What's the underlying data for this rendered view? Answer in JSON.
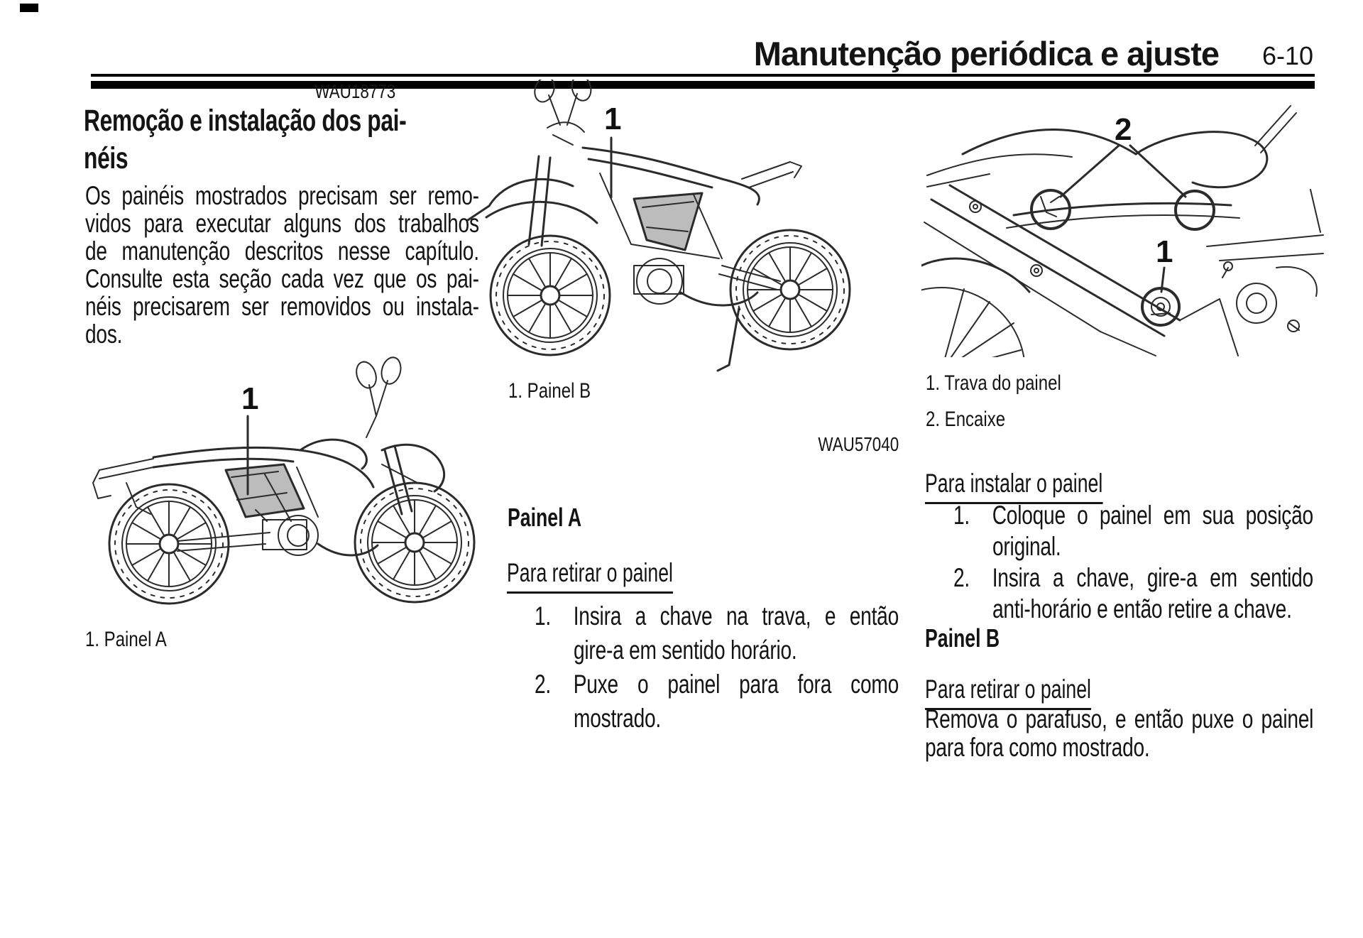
{
  "page": {
    "background": "#ffffff",
    "ink": "#141414",
    "rule_color": "#000000",
    "panel_gray": "#bcbcbc"
  },
  "header": {
    "title": "Manutenção periódica e ajuste",
    "page_number": "6-10"
  },
  "left": {
    "code": "WAU18773",
    "heading_lines": [
      "Remoção e instalação dos pai-",
      "néis"
    ],
    "paragraph_lines": [
      "Os painéis mostrados precisam ser remo-",
      "vidos para executar alguns dos trabalhos",
      "de manutenção descritos nesse capítulo.",
      "Consulte esta seção cada vez que os pai-",
      "néis precisarem ser removidos ou instala-",
      "dos."
    ],
    "figure_label": "1",
    "caption": "1. Painel A"
  },
  "middle": {
    "figure_label": "1",
    "caption": "1. Painel B",
    "code": "WAU57040",
    "subheading": "Painel A",
    "procedure_title": "Para retirar o painel",
    "steps": [
      {
        "num": "1.",
        "lines": [
          "Insira a chave na trava, e então",
          "gire-a em sentido horário."
        ]
      },
      {
        "num": "2.",
        "lines": [
          "Puxe o painel para fora como",
          "mostrado."
        ]
      }
    ]
  },
  "right": {
    "figure_label_one": "1",
    "figure_label_two": "2",
    "captions": [
      "1. Trava do painel",
      "2. Encaixe"
    ],
    "install_title": "Para instalar o painel",
    "install_steps": [
      {
        "num": "1.",
        "lines": [
          "Coloque o painel em sua posição",
          "original."
        ]
      },
      {
        "num": "2.",
        "lines": [
          "Insira a chave, gire-a em sentido",
          "anti-horário e então retire a chave."
        ]
      }
    ],
    "subheading": "Painel B",
    "remove_title": "Para retirar o painel",
    "remove_paragraph": [
      "Remova o parafuso, e então puxe o painel",
      "para fora como mostrado."
    ]
  }
}
